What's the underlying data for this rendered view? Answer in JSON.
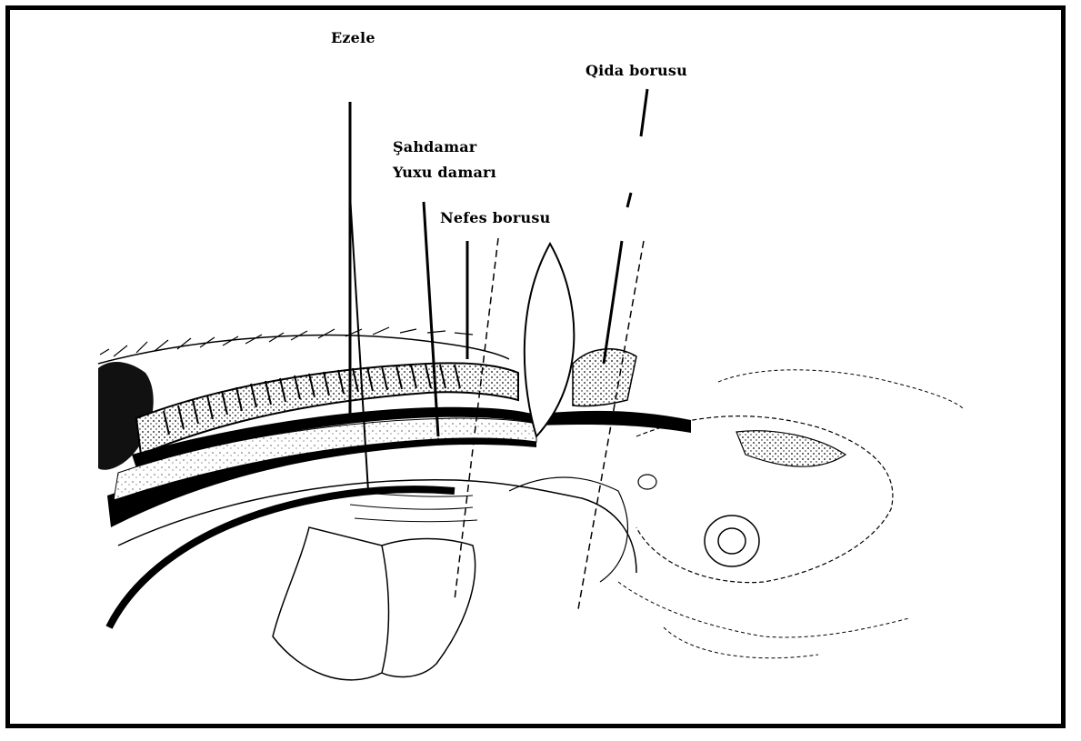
{
  "diagram": {
    "labels": {
      "muscle": "Ezele",
      "esophagus": "Qida borusu",
      "artery": "Şahdamar",
      "jugular": "Yuxu damarı",
      "trachea": "Nefes borusu"
    },
    "colors": {
      "ink": "#000000",
      "background": "#ffffff"
    }
  }
}
